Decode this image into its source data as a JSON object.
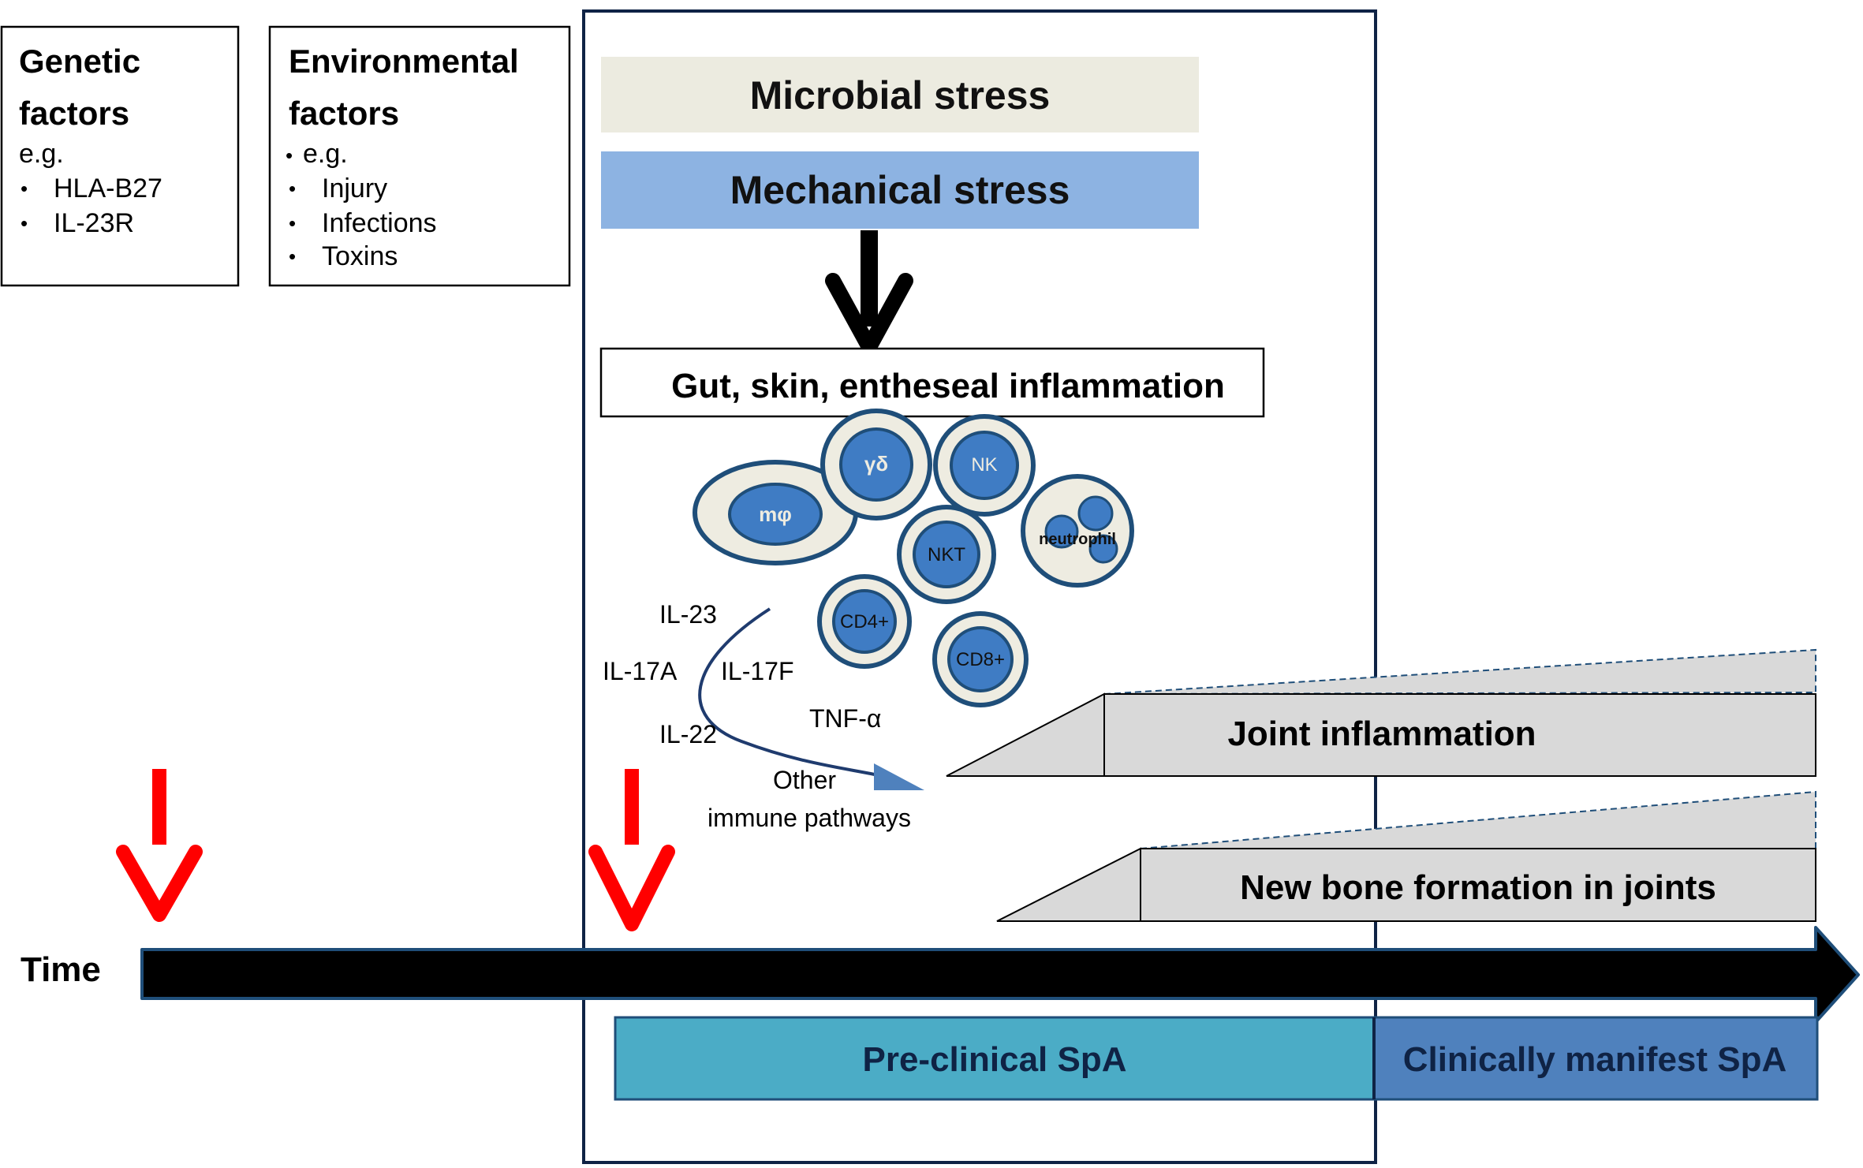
{
  "genetic": {
    "title_line1": "Genetic",
    "title_line2": "factors",
    "eg": "e.g.",
    "items": [
      "HLA-B27",
      "IL-23R"
    ]
  },
  "environmental": {
    "title_line1": "Environmental",
    "title_line2": "factors",
    "eg": "e.g.",
    "items": [
      "Injury",
      "Infections",
      "Toxins"
    ]
  },
  "stress": {
    "microbial": "Microbial stress",
    "mechanical": "Mechanical stress"
  },
  "inflammation_label": "Gut, skin, entheseal inflammation",
  "cells": {
    "macrophage": "mφ",
    "gamma_delta": "γδ",
    "nk": "NK",
    "nkt": "NKT",
    "neutrophil": "neutrophil",
    "cd4": "CD4+",
    "cd8": "CD8+"
  },
  "cytokines": {
    "il23": "IL-23",
    "il17a": "IL-17A",
    "il17f": "IL-17F",
    "tnf": "TNF-α",
    "il22": "IL-22",
    "other_line1": "Other",
    "other_line2": "immune pathways"
  },
  "outcomes": {
    "joint": "Joint inflammation",
    "bone": "New bone formation in joints"
  },
  "timeline": {
    "time_label": "Time",
    "preclinical": "Pre-clinical SpA",
    "clinical": "Clinically manifest SpA"
  },
  "colors": {
    "microbial_bg": "#ecebe0",
    "mechanical_bg": "#8db3e2",
    "cell_outer": "#eeece1",
    "cell_inner": "#3f7cc4",
    "cell_border": "#1f4e79",
    "preclinical_bg": "#4bacc6",
    "clinical_bg": "#4f81bd",
    "red_arrow": "#ff0000",
    "outcome_bg": "#d9d9d9"
  }
}
